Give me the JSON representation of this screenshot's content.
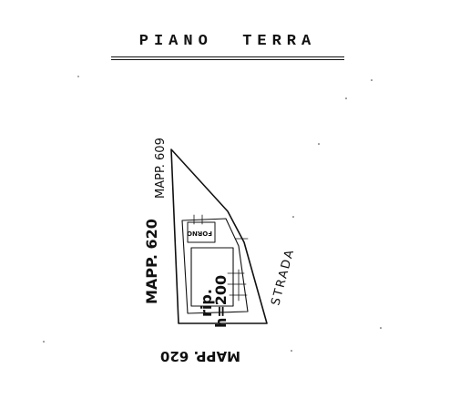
{
  "header": {
    "title": "PIANO  TERRA"
  },
  "labels": {
    "north_parcel": "MAPP. 609",
    "west_parcel": "MAPP. 620",
    "south_parcel": "MAPP. 620",
    "road": "STRADA",
    "oven": "FORNO",
    "storage": "rip.",
    "height": "h=200"
  },
  "colors": {
    "ink": "#111111",
    "paper": "#ffffff"
  }
}
